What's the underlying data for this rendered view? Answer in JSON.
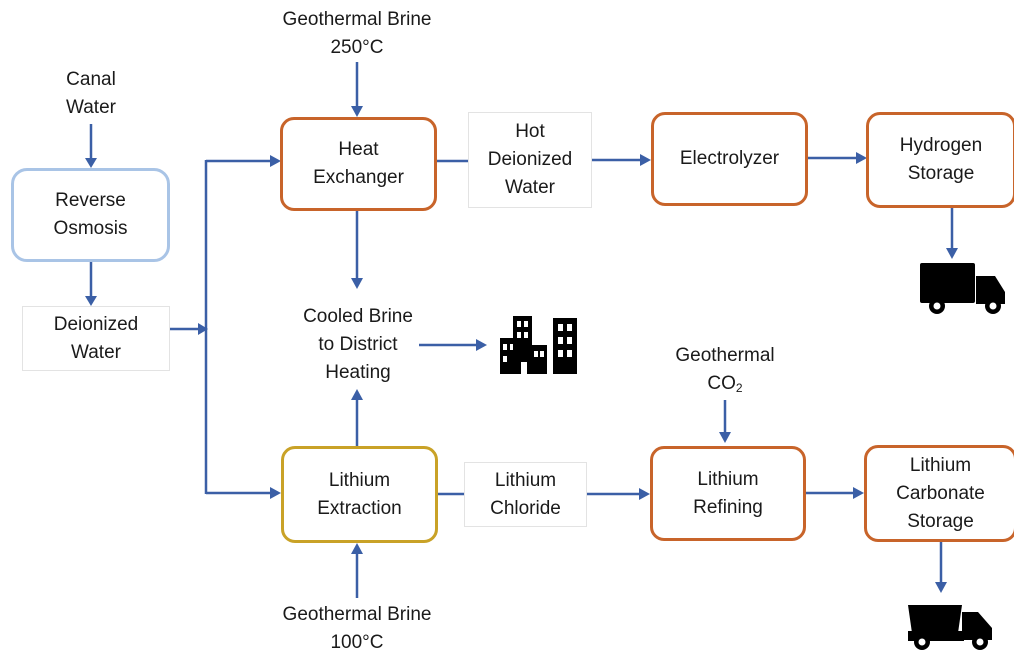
{
  "inputs": {
    "brine_hot": {
      "line1": "Geothermal Brine",
      "line2": "250°C"
    },
    "canal": {
      "line1": "Canal",
      "line2": "Water"
    },
    "co2": {
      "line1": "Geothermal",
      "line2_main": "CO",
      "line2_sub": "2"
    },
    "brine_cool": {
      "line1": "Geothermal Brine",
      "line2": "100°C"
    }
  },
  "nodes": {
    "reverse_osmosis": {
      "line1": "Reverse",
      "line2": "Osmosis"
    },
    "deionized_water": {
      "line1": "Deionized",
      "line2": "Water"
    },
    "heat_exchanger": {
      "line1": "Heat",
      "line2": "Exchanger"
    },
    "hot_water": {
      "line1": "Hot",
      "line2": "Deionized",
      "line3": "Water"
    },
    "electrolyzer": {
      "line1": "Electrolyzer"
    },
    "hydrogen_storage": {
      "line1": "Hydrogen",
      "line2": "Storage"
    },
    "cooled_brine": {
      "line1": "Cooled Brine",
      "line2": "to District",
      "line3": "Heating"
    },
    "lithium_extraction": {
      "line1": "Lithium",
      "line2": "Extraction"
    },
    "lithium_chloride": {
      "line1": "Lithium",
      "line2": "Chloride"
    },
    "lithium_refining": {
      "line1": "Lithium",
      "line2": "Refining"
    },
    "lithium_carbonate": {
      "line1": "Lithium",
      "line2": "Carbonate",
      "line3": "Storage"
    }
  },
  "icons": [
    "truck-icon",
    "buildings-icon",
    "dump-truck-icon"
  ],
  "colors": {
    "arrow": "#3B5FA6",
    "process_border": "#C8642A",
    "reverse_osmosis_border": "#A9C4E6",
    "extraction_border": "#C9A227"
  }
}
